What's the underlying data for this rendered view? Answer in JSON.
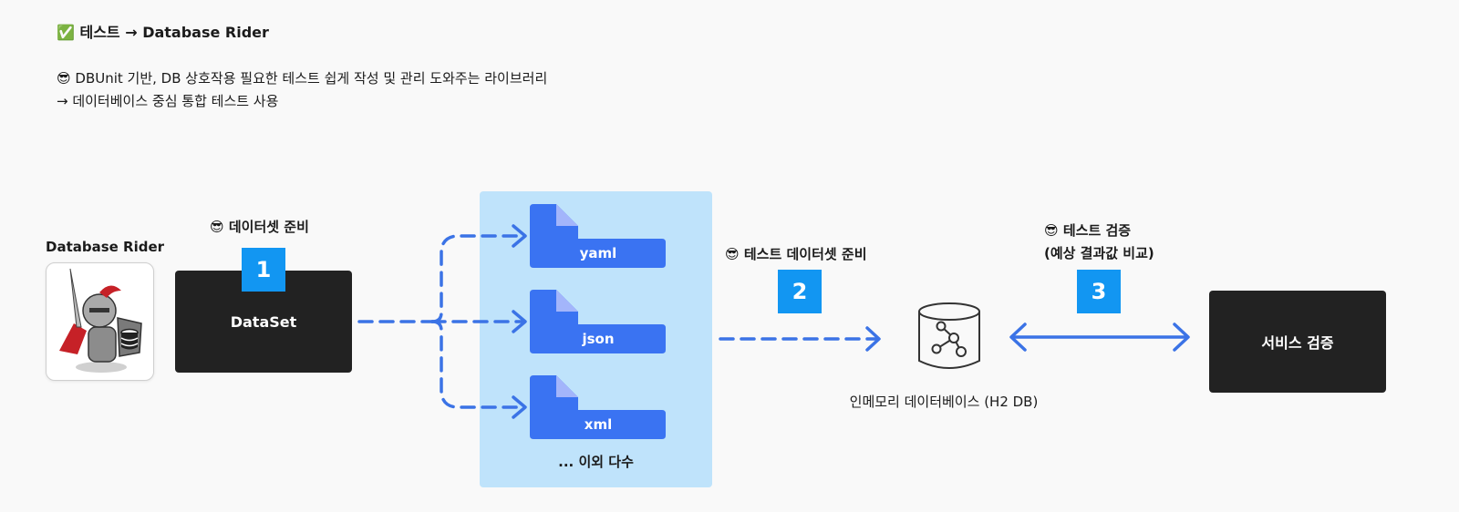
{
  "header": {
    "title": "✅ 테스트 → Database Rider",
    "line1": "😎 DBUnit 기반, DB 상호작용 필요한 테스트 쉽게 작성 및 관리 도와주는 라이브러리",
    "line2": "→ 데이터베이스 중심 통합 테스트 사용"
  },
  "logo": {
    "label": "Database Rider",
    "icon": "knight-database-icon"
  },
  "step1": {
    "label": "😎 데이터셋 준비",
    "number": "1",
    "box": "DataSet"
  },
  "formats": {
    "files": [
      "yaml",
      "json",
      "xml"
    ],
    "more": "... 이외 다수"
  },
  "step2": {
    "label": "😎 테스트 데이터셋 준비",
    "number": "2"
  },
  "database": {
    "label": "인메모리 데이터베이스 (H2 DB)",
    "icon": "database-icon"
  },
  "step3": {
    "label_line1": "😎 테스트 검증",
    "label_line2": "(예상 결과값 비교)",
    "number": "3"
  },
  "service": {
    "box": "서비스 검증"
  },
  "colors": {
    "arrow": "#3b73e6",
    "file": "#3a73f2",
    "panel": "#bfe3fb",
    "badge": "#1296f2",
    "dark": "#222222"
  }
}
